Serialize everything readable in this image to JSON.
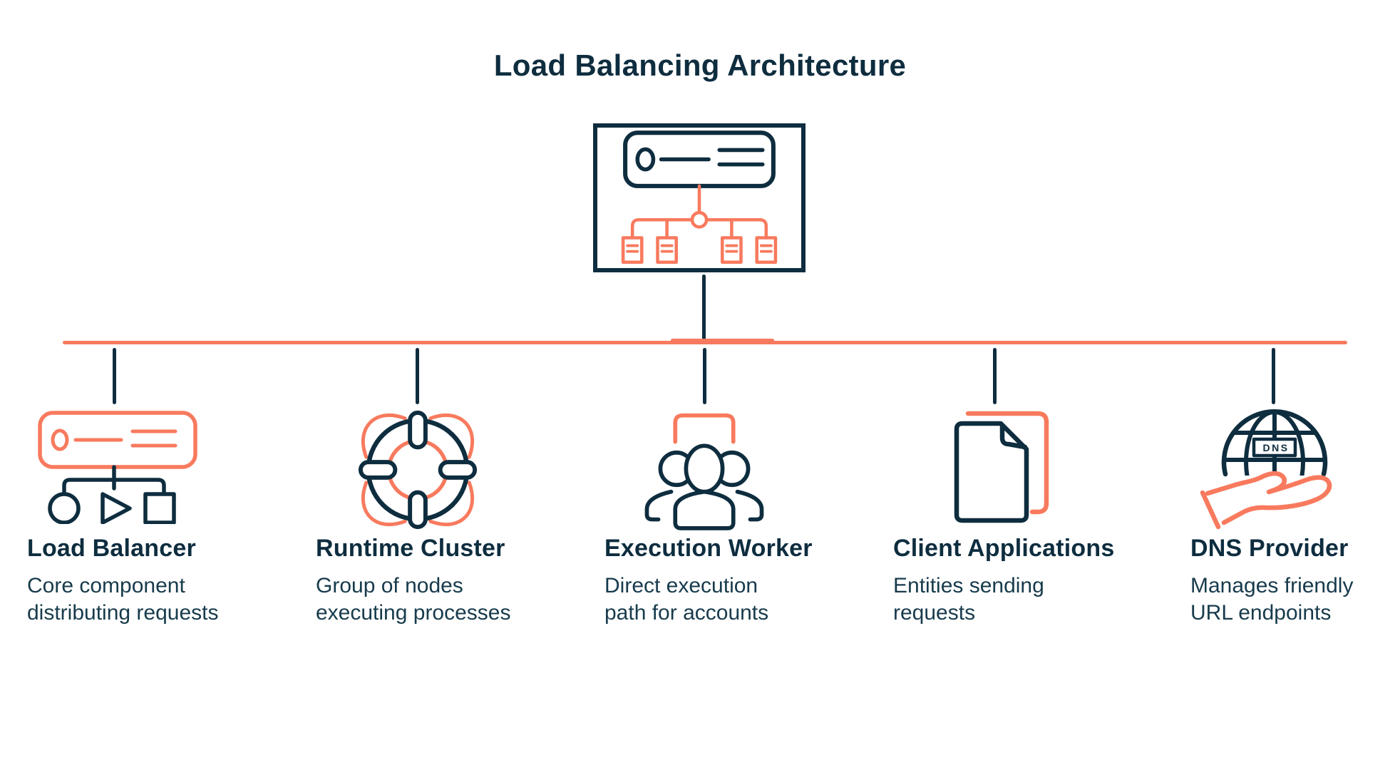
{
  "title": "Load Balancing Architecture",
  "palette": {
    "navy": "#0e2d3f",
    "coral": "#f87a5e",
    "background": "#ffffff"
  },
  "top_node": {
    "icon": "server-distribution-icon"
  },
  "dns_badge_label": "DNS",
  "nodes": [
    {
      "icon": "load-balancer-icon",
      "title": "Load Balancer",
      "desc_line1": "Core component",
      "desc_line2": "distributing requests"
    },
    {
      "icon": "lifebuoy-icon",
      "title": "Runtime Cluster",
      "desc_line1": "Group of nodes",
      "desc_line2": "executing processes"
    },
    {
      "icon": "user-group-icon",
      "title": "Execution Worker",
      "desc_line1": "Direct execution",
      "desc_line2": "path for accounts"
    },
    {
      "icon": "documents-icon",
      "title": "Client Applications",
      "desc_line1": "Entities sending",
      "desc_line2": "requests"
    },
    {
      "icon": "globe-hand-icon",
      "title": "DNS Provider",
      "desc_line1": "Manages friendly",
      "desc_line2": "URL endpoints"
    }
  ]
}
